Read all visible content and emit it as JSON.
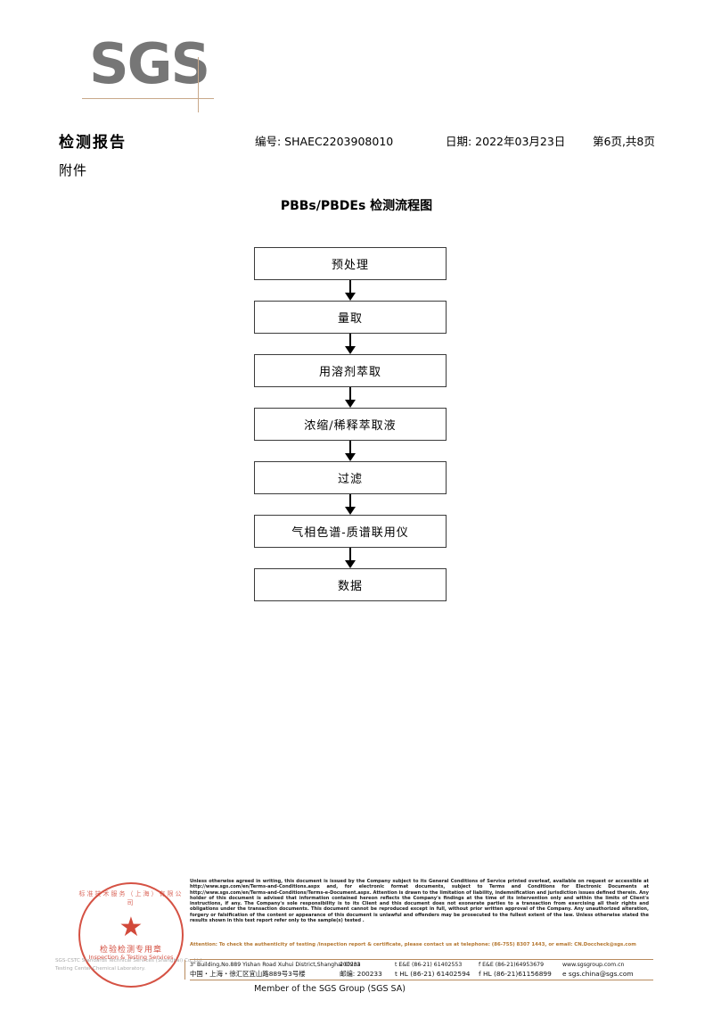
{
  "logo": {
    "wordmark": "SGS"
  },
  "header": {
    "report_title": "检测报告",
    "attachment_label": "附件",
    "report_no": "编号: SHAEC2203908010",
    "report_date": "日期: 2022年03月23日",
    "page_no": "第6页,共8页"
  },
  "flow": {
    "title": "PBBs/PBDEs 检测流程图",
    "steps": [
      {
        "label": "预处理"
      },
      {
        "label": "量取"
      },
      {
        "label": "用溶剂萃取"
      },
      {
        "label": "浓缩/稀释萃取液"
      },
      {
        "label": "过滤"
      },
      {
        "label": "气相色谱-质谱联用仪"
      },
      {
        "label": "数据"
      }
    ]
  },
  "footer": {
    "legal": "Unless otherwise agreed in writing, this document is issued by the Company subject to its General Conditions of Service printed overleaf, available on request or accessible at http://www.sgs.com/en/Terms-and-Conditions.aspx and, for electronic format documents, subject to Terms and Conditions for Electronic Documents at http://www.sgs.com/en/Terms-and-Conditions/Terms-e-Document.aspx. Attention is drawn to the limitation of liability, indemnification and jurisdiction issues defined therein. Any holder of this document is advised that information contained hereon reflects the Company's findings at the time of its intervention only and within the limits of Client's instructions, if any. The Company's sole responsibility is to its Client and this document does not exonerate parties to a transaction from exercising all their rights and obligations under the transaction documents. This document cannot be reproduced except in full, without prior written approval of the Company. Any unauthorized alteration, forgery or falsification of the content or appearance of this document is unlawful and offenders may be prosecuted to the fullest extent of the law. Unless otherwise stated the results shown in this test report refer only to the sample(s) tested .",
    "attention": "Attention: To check the authenticity of testing /inspection report & certificate, please contact us at telephone: (86-755) 8307 1443, or email: CN.Doccheck@sgs.com",
    "seal": {
      "arc_top": "标准技术服务（上海）有限公司",
      "center_cn": "检验检测专用章",
      "center_en": "Inspection & Testing Services"
    },
    "watermark": "SGS-CSTC Standards Technical Services (Shanghai) Co.,Ltd.  Testing Center-Chemical Laboratory.",
    "address": {
      "en": {
        "addr": "3\" Building,No.889 Yishan Road Xuhui District,Shanghai China",
        "zip": "200233",
        "tel": "t E&E (86-21) 61402553",
        "fax": "f E&E (86-21)64953679",
        "web": "www.sgsgroup.com.cn"
      },
      "cn": {
        "addr": "中国・上海・徐汇区宜山路889号3号楼",
        "zip": "邮编: 200233",
        "tel": "t HL (86-21) 61402594",
        "fax": "f HL (86-21)61156899",
        "web": "e sgs.china@sgs.com"
      }
    },
    "member_line": "Member of the SGS Group (SGS SA)"
  }
}
